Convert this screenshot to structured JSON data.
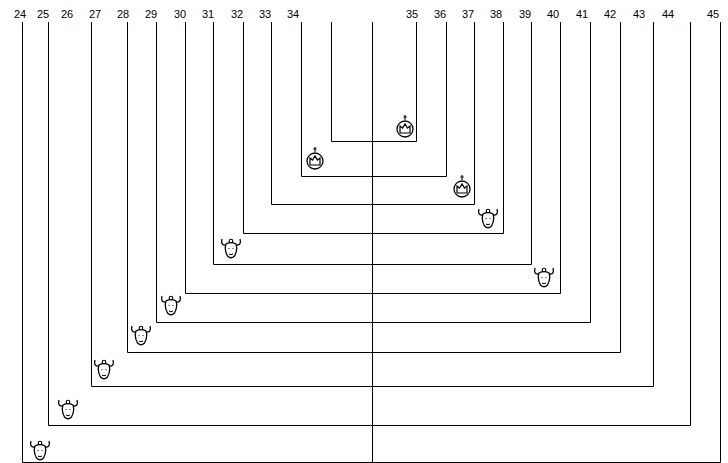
{
  "diagram": {
    "labels": [
      "24",
      "25",
      "26",
      "27",
      "28",
      "29",
      "30",
      "31",
      "32",
      "33",
      "34",
      "35",
      "36",
      "37",
      "38",
      "39",
      "40",
      "41",
      "42",
      "43",
      "44",
      "45"
    ]
  }
}
